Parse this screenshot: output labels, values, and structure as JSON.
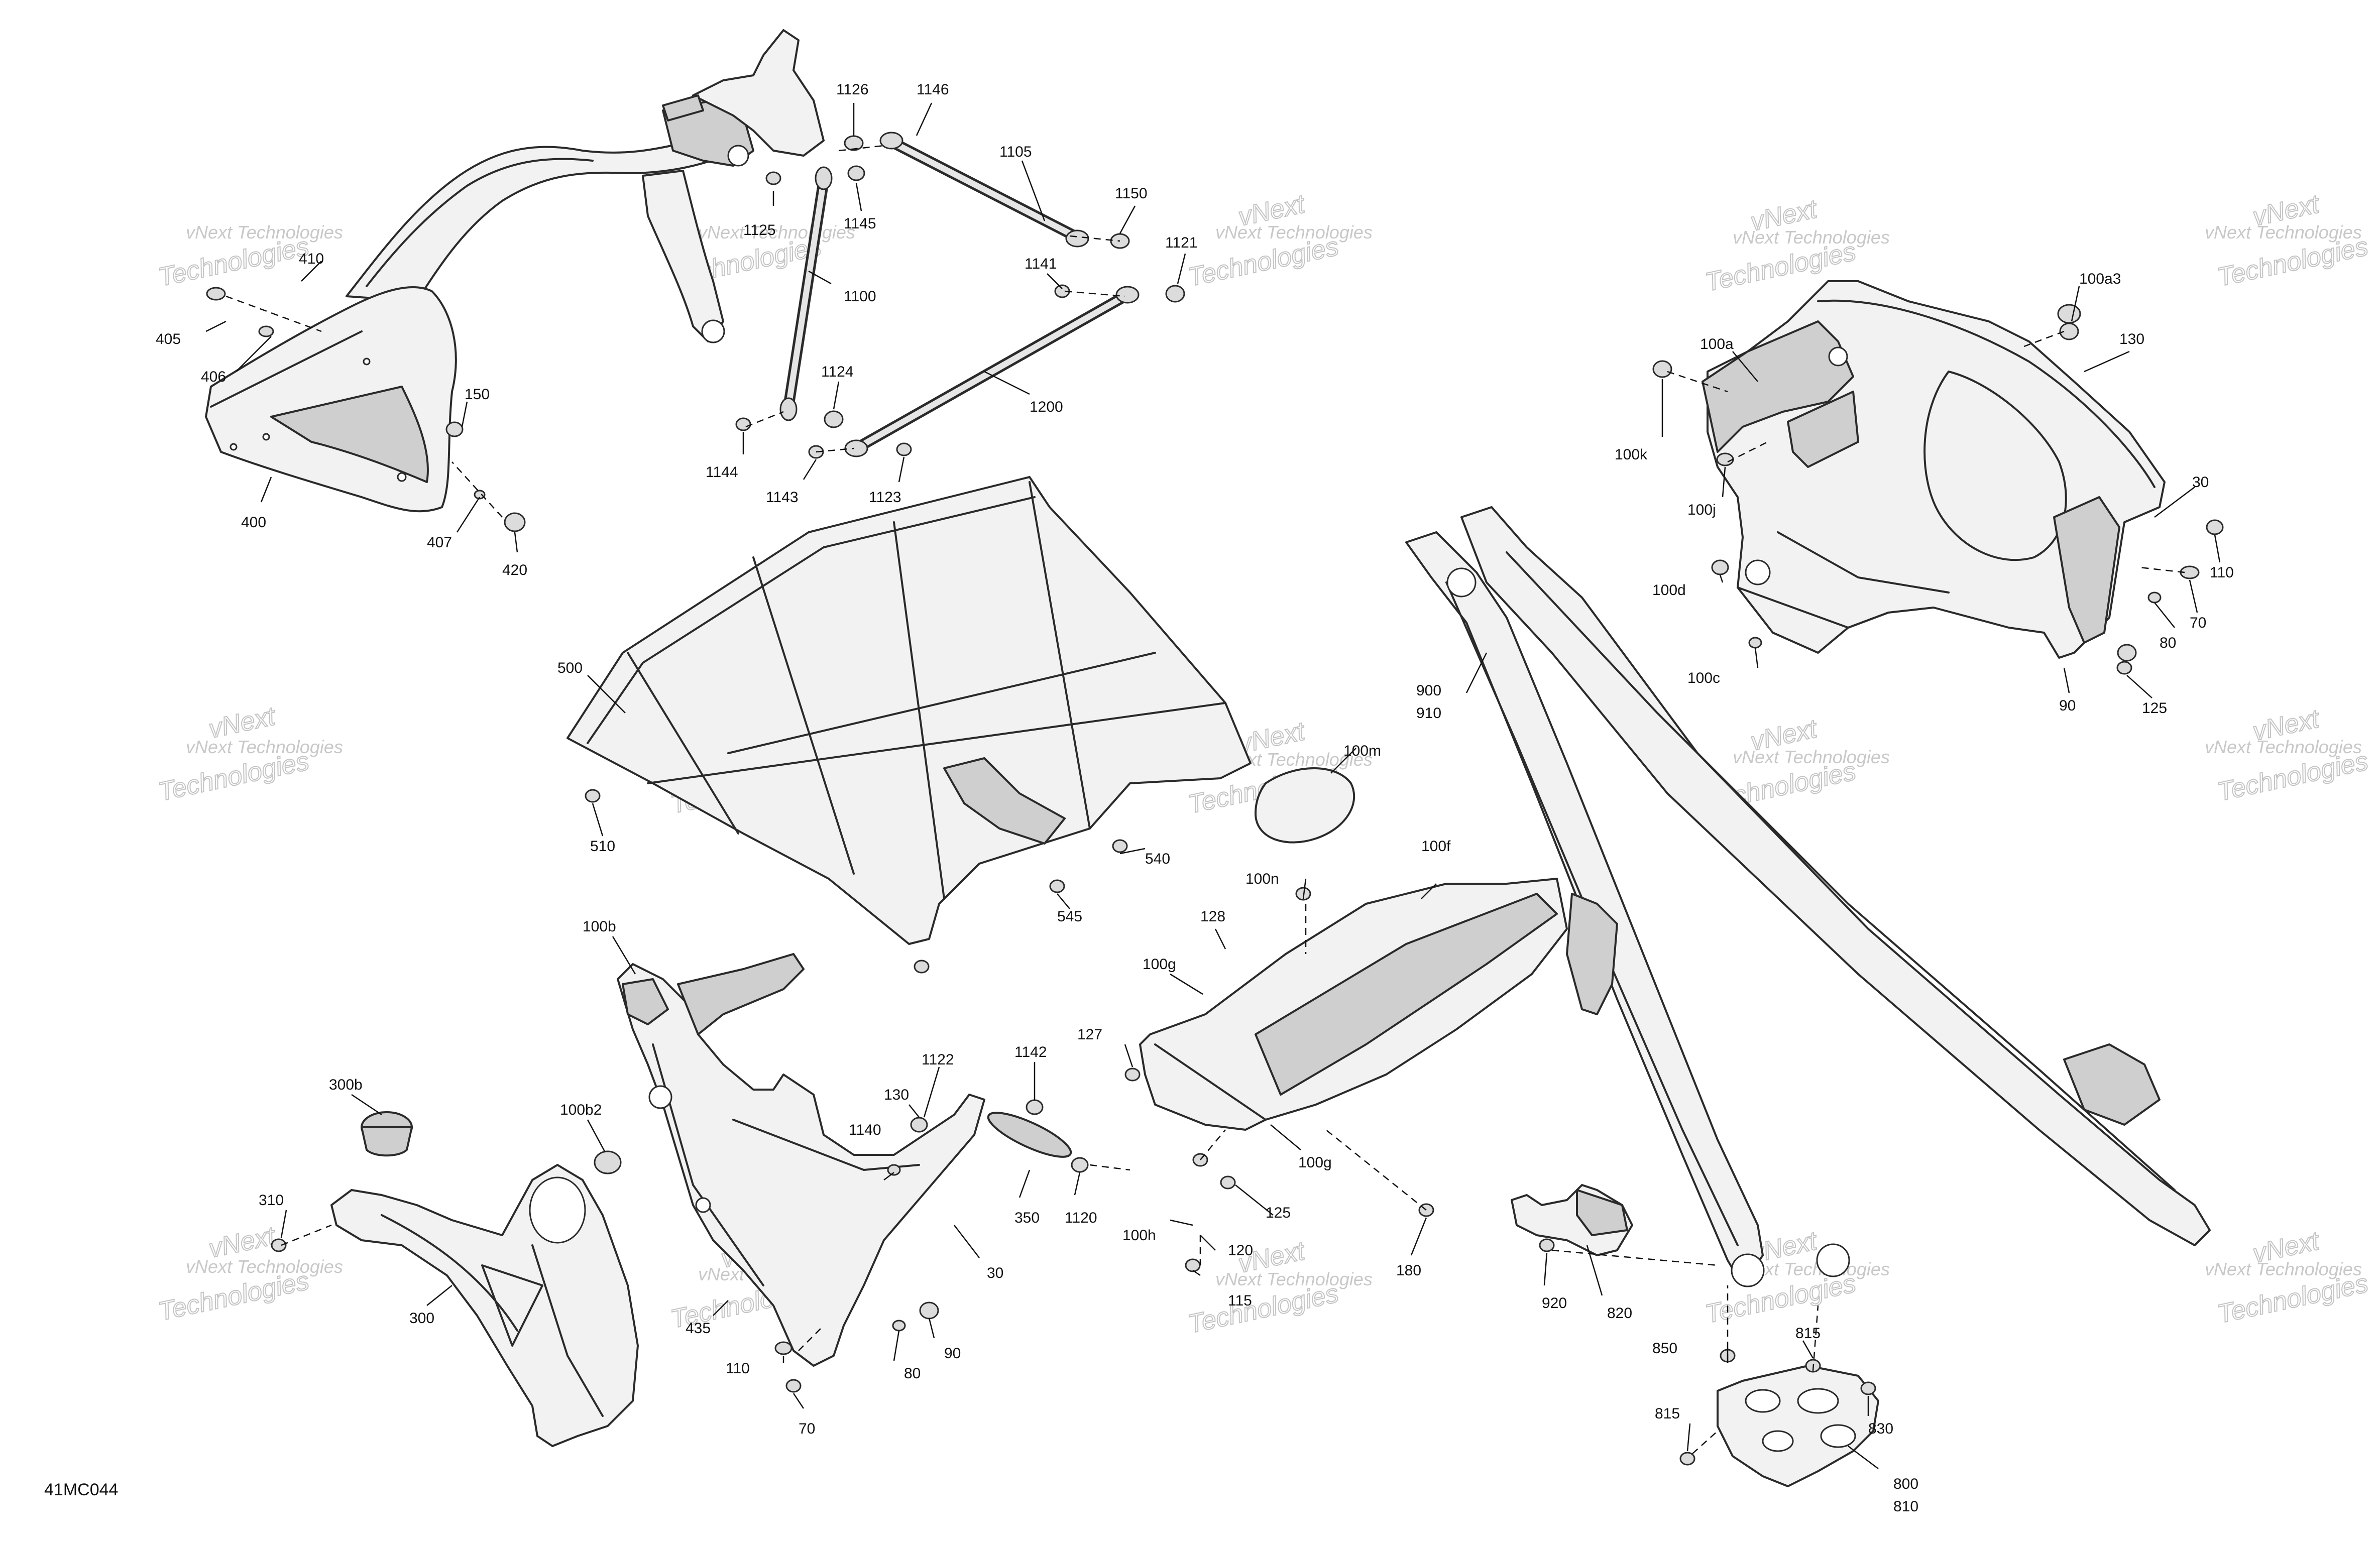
{
  "figure_id": "41MC044",
  "watermark": {
    "line1": "vNext Technologies",
    "line2": "Technologies",
    "line3": "vNext"
  },
  "callouts": {
    "c405": "405",
    "c406": "406",
    "c410": "410",
    "c150": "150",
    "c400": "400",
    "c407": "407",
    "c420": "420",
    "c1126": "1126",
    "c1146": "1146",
    "c1105": "1105",
    "c1125": "1125",
    "c1145": "1145",
    "c1150": "1150",
    "c1100": "1100",
    "c1141": "1141",
    "c1121": "1121",
    "c1124": "1124",
    "c1144": "1144",
    "c1143": "1143",
    "c1123": "1123",
    "c1200": "1200",
    "c100a3": "100a3",
    "c100a": "100a",
    "c130_tr": "130",
    "c100k": "100k",
    "c100j": "100j",
    "c30_tr": "30",
    "c100d": "100d",
    "c110_tr": "110",
    "c70_tr": "70",
    "c80_tr": "80",
    "c100c": "100c",
    "c90_tr": "90",
    "c125_tr": "125",
    "c500": "500",
    "c510": "510",
    "c540": "540",
    "c545": "545",
    "c100m": "100m",
    "c100f": "100f",
    "c100n": "100n",
    "c128": "128",
    "c100g_a": "100g",
    "c127": "127",
    "c100g_b": "100g",
    "c125_mid": "125",
    "c100h": "100h",
    "c120": "120",
    "c115": "115",
    "c180": "180",
    "c900": "900",
    "c910": "910",
    "c100b": "100b",
    "c300b": "300b",
    "c100b2": "100b2",
    "c310": "310",
    "c300": "300",
    "c1122": "1122",
    "c1142": "1142",
    "c130_bl": "130",
    "c1140": "1140",
    "c350": "350",
    "c1120": "1120",
    "c30_bl": "30",
    "c435": "435",
    "c110_bl": "110",
    "c80_bl": "80",
    "c90_bl": "90",
    "c70_bl": "70",
    "c920": "920",
    "c820": "820",
    "c850": "850",
    "c815_a": "815",
    "c815_b": "815",
    "c830": "830",
    "c800": "800",
    "c810": "810"
  }
}
